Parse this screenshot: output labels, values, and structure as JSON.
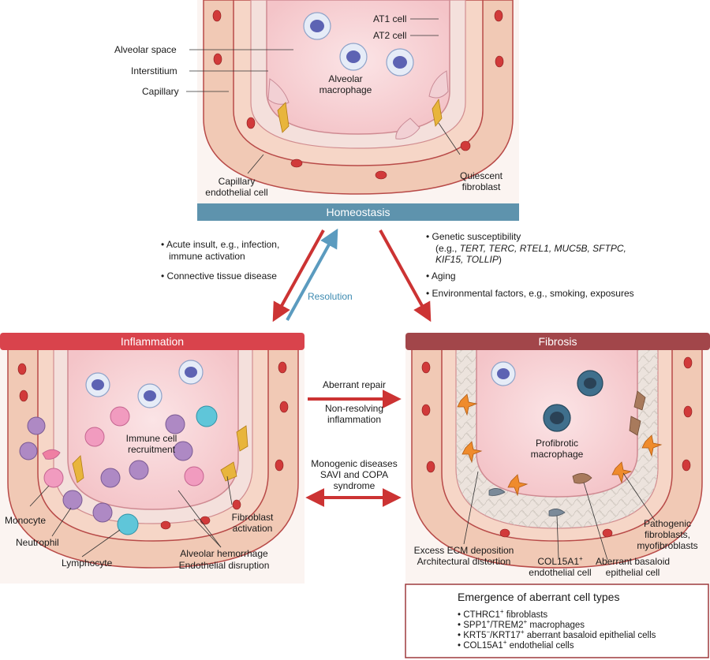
{
  "homeostasis": {
    "header": "Homeostasis",
    "labels": {
      "alveolar_space": "Alveolar space",
      "interstitium": "Interstitium",
      "capillary": "Capillary",
      "at1_cell": "AT1 cell",
      "at2_cell": "AT2 cell",
      "alveolar_macrophage_1": "Alveolar",
      "alveolar_macrophage_2": "macrophage",
      "capillary_endothelial_1": "Capillary",
      "capillary_endothelial_2": "endothelial cell",
      "quiescent_fibroblast_1": "Quiescent",
      "quiescent_fibroblast_2": "fibroblast"
    }
  },
  "triggers_left": {
    "line1": "• Acute insult, e.g., infection,",
    "line2": "immune activation",
    "line3": "• Connective tissue disease"
  },
  "resolution": "Resolution",
  "triggers_right": {
    "line1": "• Genetic susceptibility",
    "line2_prefix": "(e.g., ",
    "line2_genes": "TERT, TERC, RTEL1, MUC5B, SFTPC,",
    "line3_genes": "KIF15, TOLLIP",
    "line3_suffix": ")",
    "line4": "• Aging",
    "line5": "• Environmental factors, e.g., smoking, exposures"
  },
  "inflammation": {
    "header": "Inflammation",
    "labels": {
      "immune_recruitment_1": "Immune cell",
      "immune_recruitment_2": "recruitment",
      "fibroblast_activation_1": "Fibroblast",
      "fibroblast_activation_2": "activation",
      "monocyte": "Monocyte",
      "neutrophil": "Neutrophil",
      "lymphocyte": "Lymphocyte",
      "hemorrhage_1": "Alveolar hemorrhage",
      "hemorrhage_2": "Endothelial disruption"
    }
  },
  "middle": {
    "aberrant_repair": "Aberrant repair",
    "non_resolving_1": "Non-resolving",
    "non_resolving_2": "inflammation",
    "monogenic_1": "Monogenic diseases",
    "monogenic_2": "SAVI and COPA",
    "monogenic_3": "syndrome"
  },
  "fibrosis": {
    "header": "Fibrosis",
    "labels": {
      "profibrotic_1": "Profibrotic",
      "profibrotic_2": "macrophage",
      "pathogenic_1": "Pathogenic",
      "pathogenic_2": "fibroblasts,",
      "pathogenic_3": "myofibroblasts",
      "ecm_1": "Excess ECM deposition",
      "ecm_2": "Architectural distortion",
      "col15a1_1": "COL15A1",
      "col15a1_2": "endothelial cell",
      "basaloid_1": "Aberrant basaloid",
      "basaloid_2": "epithelial cell"
    }
  },
  "emergence": {
    "title": "Emergence of aberrant cell types",
    "items": [
      {
        "bullet": "• ",
        "part1": "CTHRC1",
        "sup1": "+",
        "part2": " fibroblasts",
        "sup2": "",
        "part3": ""
      },
      {
        "bullet": "• ",
        "part1": "SPP1",
        "sup1": "+",
        "part2": "/TREM2",
        "sup2": "+",
        "part3": " macrophages"
      },
      {
        "bullet": "• ",
        "part1": "KRT5",
        "sup1": "−",
        "part2": "/KRT17",
        "sup2": "+",
        "part3": " aberrant basaloid epithelial cells"
      },
      {
        "bullet": "• ",
        "part1": "COL15A1",
        "sup1": "+",
        "part2": " endothelial cells",
        "sup2": "",
        "part3": ""
      }
    ]
  },
  "colors": {
    "homeostasis_header": "#5e93ad",
    "inflammation_header": "#d9434c",
    "fibrosis_header": "#a2464a",
    "red_arrow": "#cc3333",
    "blue_arrow": "#5b9bbf",
    "emergence_border": "#9e3a3d"
  }
}
